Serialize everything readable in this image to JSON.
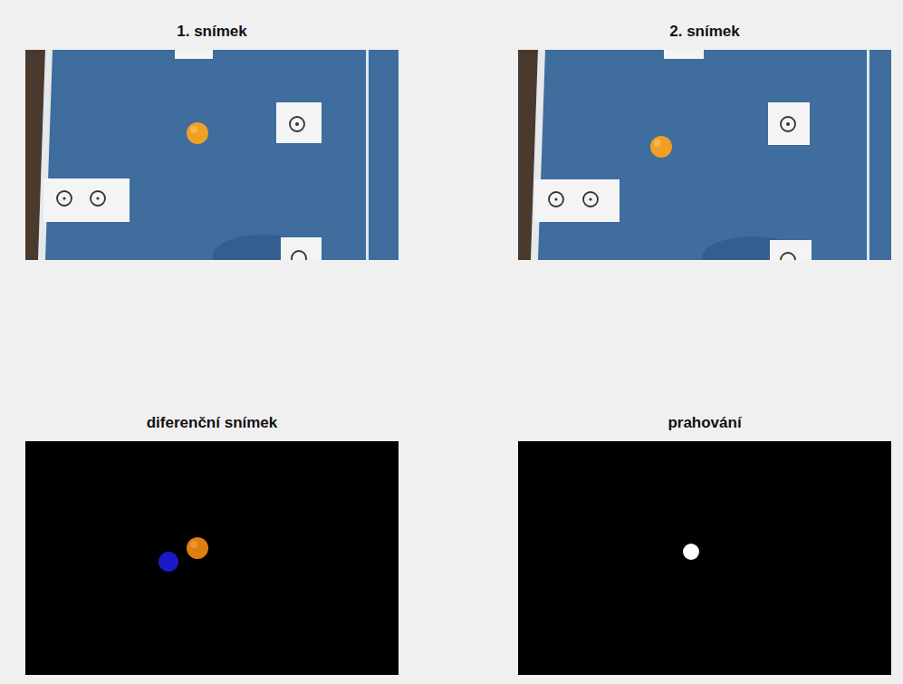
{
  "diagram": {
    "nodes": [
      {
        "text": [
          "1. snímek"
        ]
      },
      {
        "text": [
          "2. snímek"
        ]
      },
      {
        "text": [
          "diferenční snímek"
        ]
      },
      {
        "text": [
          "prahování"
        ]
      }
    ]
  }
}
